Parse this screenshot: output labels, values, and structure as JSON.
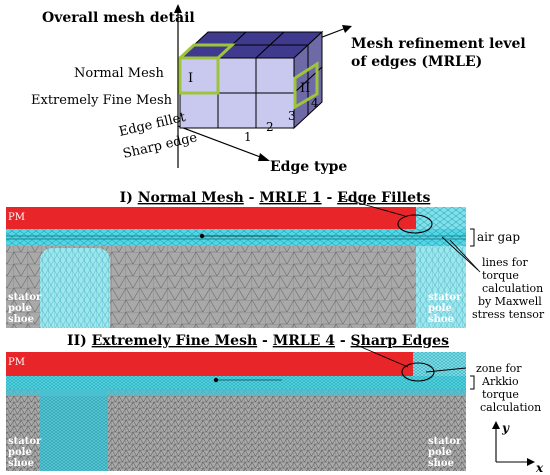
{
  "cube": {
    "title": "Overall mesh detail",
    "axis_mrle_line1": "Mesh refinement level",
    "axis_mrle_line2": "of edges  (MRLE)",
    "axis_edge_type": "Edge type",
    "row_normal": "Normal Mesh",
    "row_extremely_fine": "Extremely Fine Mesh",
    "col_edge_fillet": "Edge fillet",
    "col_sharp_edge": "Sharp edge",
    "levels": [
      "1",
      "2",
      "3",
      "4"
    ],
    "marker_I": "I",
    "marker_II": "II",
    "colors": {
      "top": "#3f3a8e",
      "front": "#c9c9ef",
      "side": "#6e6aa8",
      "highlight": "#9ec43b"
    }
  },
  "panel1": {
    "title_prefix": "I) ",
    "title_mesh": "Normal Mesh",
    "title_sep1": " - ",
    "title_mrle": "MRLE 1",
    "title_sep2": " - ",
    "title_edge": "Edge Fillets",
    "pm_label": "PM",
    "stator_line1": "stator",
    "stator_line2": "pole",
    "stator_line3": "shoe",
    "air_gap": "air gap",
    "lines_label_1": "lines for",
    "lines_label_2": "torque",
    "lines_label_3": "calculation",
    "lines_label_4": "by Maxwell",
    "lines_label_5": "stress tensor"
  },
  "panel2": {
    "title_prefix": "II) ",
    "title_mesh": "Extremely Fine Mesh",
    "title_sep1": "  -  ",
    "title_mrle": "MRLE 4",
    "title_sep2": "  -  ",
    "title_edge": "Sharp Edges",
    "pm_label": "PM",
    "stator_line1": "stator",
    "stator_line2": "pole",
    "stator_line3": "shoe",
    "zone_label_1": "zone for",
    "zone_label_2": "Arkkio",
    "zone_label_3": "torque",
    "zone_label_4": "calculation"
  },
  "coords": {
    "x_label": "x",
    "y_label": "y"
  },
  "colors": {
    "pm": "#e8262a",
    "air": "#53d7e6",
    "stator": "#a9a9a9",
    "shoe": "#9fe7ef",
    "mesh": "#555555"
  }
}
